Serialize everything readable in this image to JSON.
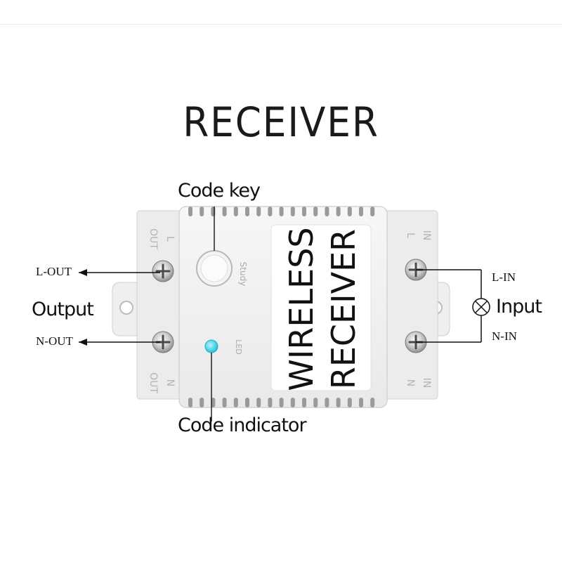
{
  "title": "RECEIVER",
  "labels": {
    "code_key": "Code key",
    "output": "Output",
    "input": "Input",
    "code_indicator": "Code indicator"
  },
  "terminals": {
    "l_out": "L-OUT",
    "n_out": "N-OUT",
    "l_in": "L-IN",
    "n_in": "N-IN"
  },
  "device": {
    "label_line1": "WIRELESS",
    "label_line2": "RECEIVER",
    "button_text": "Study",
    "led_text": "LED",
    "left_top_marks": [
      "L",
      "OUT"
    ],
    "left_bottom_marks": [
      "N",
      "OUT"
    ],
    "right_top_marks": [
      "L",
      "IN"
    ],
    "right_bottom_marks": [
      "N",
      "IN"
    ],
    "led_color": "#3ad6e8",
    "body_color": "#f2f2f2"
  }
}
